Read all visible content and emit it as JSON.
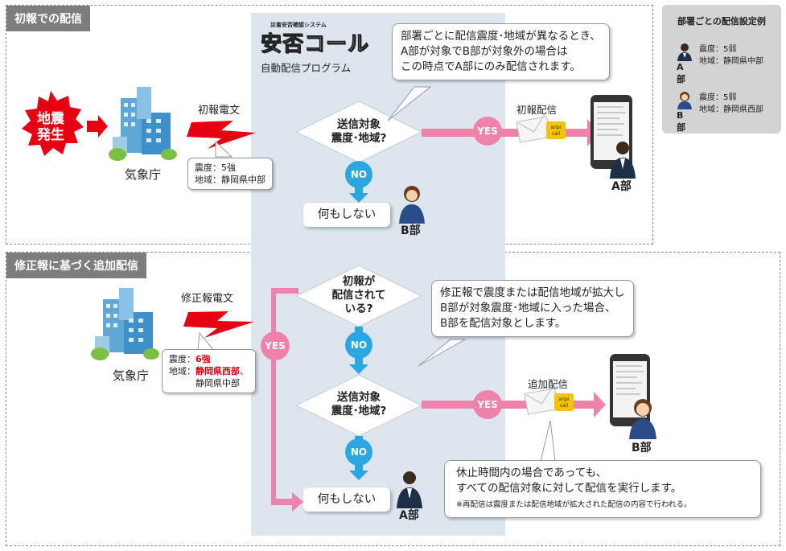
{
  "sections": {
    "first": "初報での配信",
    "correction": "修正報に基づく追加配信"
  },
  "app": {
    "small": "災害安否確認システム",
    "logo": "安否コール",
    "subtitle": "自動配信プログラム"
  },
  "legend": {
    "title": "部署ごとの配信設定例",
    "a_label": "A部",
    "a_line1": "震度：5弱",
    "a_line2": "地域：静岡県中部",
    "b_label": "B部",
    "b_line1": "震度：5弱",
    "b_line2": "地域：静岡県西部"
  },
  "top": {
    "quake_line1": "地震",
    "quake_line2": "発生",
    "agency": "気象庁",
    "telegram": "初報電文",
    "info_line1": "震度：5強",
    "info_line2": "地域：静岡県中部",
    "decision_line1": "送信対象",
    "decision_line2": "震度･地域?",
    "yes": "YES",
    "no": "NO",
    "delivery": "初報配信",
    "nothing": "何もしない",
    "dept_a": "A部",
    "dept_b": "B部",
    "callout_line1": "部署ごとに配信震度･地域が異なるとき、",
    "callout_line2": "A部が対象でB部が対象外の場合は",
    "callout_line3": "この時点でA部にのみ配信されます。"
  },
  "bottom": {
    "agency": "気象庁",
    "telegram": "修正報電文",
    "info_label1": "震度：",
    "info_val1": "6強",
    "info_label2": "地域：",
    "info_val2": "静岡県西部",
    "info_sep": "、",
    "info_line3": "静岡県中部",
    "decision1_line1": "初報が",
    "decision1_line2": "配信されて",
    "decision1_line3": "いる?",
    "decision2_line1": "送信対象",
    "decision2_line2": "震度･地域?",
    "yes_left": "YES",
    "no1": "NO",
    "no2": "NO",
    "yes_right": "YES",
    "delivery": "追加配信",
    "nothing": "何もしない",
    "dept_a": "A部",
    "dept_b": "B部",
    "callout_line1": "修正報で震度または配信地域が拡大し",
    "callout_line2": "B部が対象震度･地域に入った場合、",
    "callout_line3": "B部を配信対象とします。",
    "note_line1": "休止時間内の場合であっても、",
    "note_line2": "すべての配信対象に対して配信を実行します。",
    "note_line3": "※再配信は震度または配信地域が拡大された配信の内容で行われる。"
  },
  "envelope_badge_top": "anpi",
  "envelope_badge_bottom": "call",
  "colors": {
    "pink": "#ef82aa",
    "blue": "#2aa7e0",
    "red": "#e60012",
    "panel": "#dde6ee"
  }
}
